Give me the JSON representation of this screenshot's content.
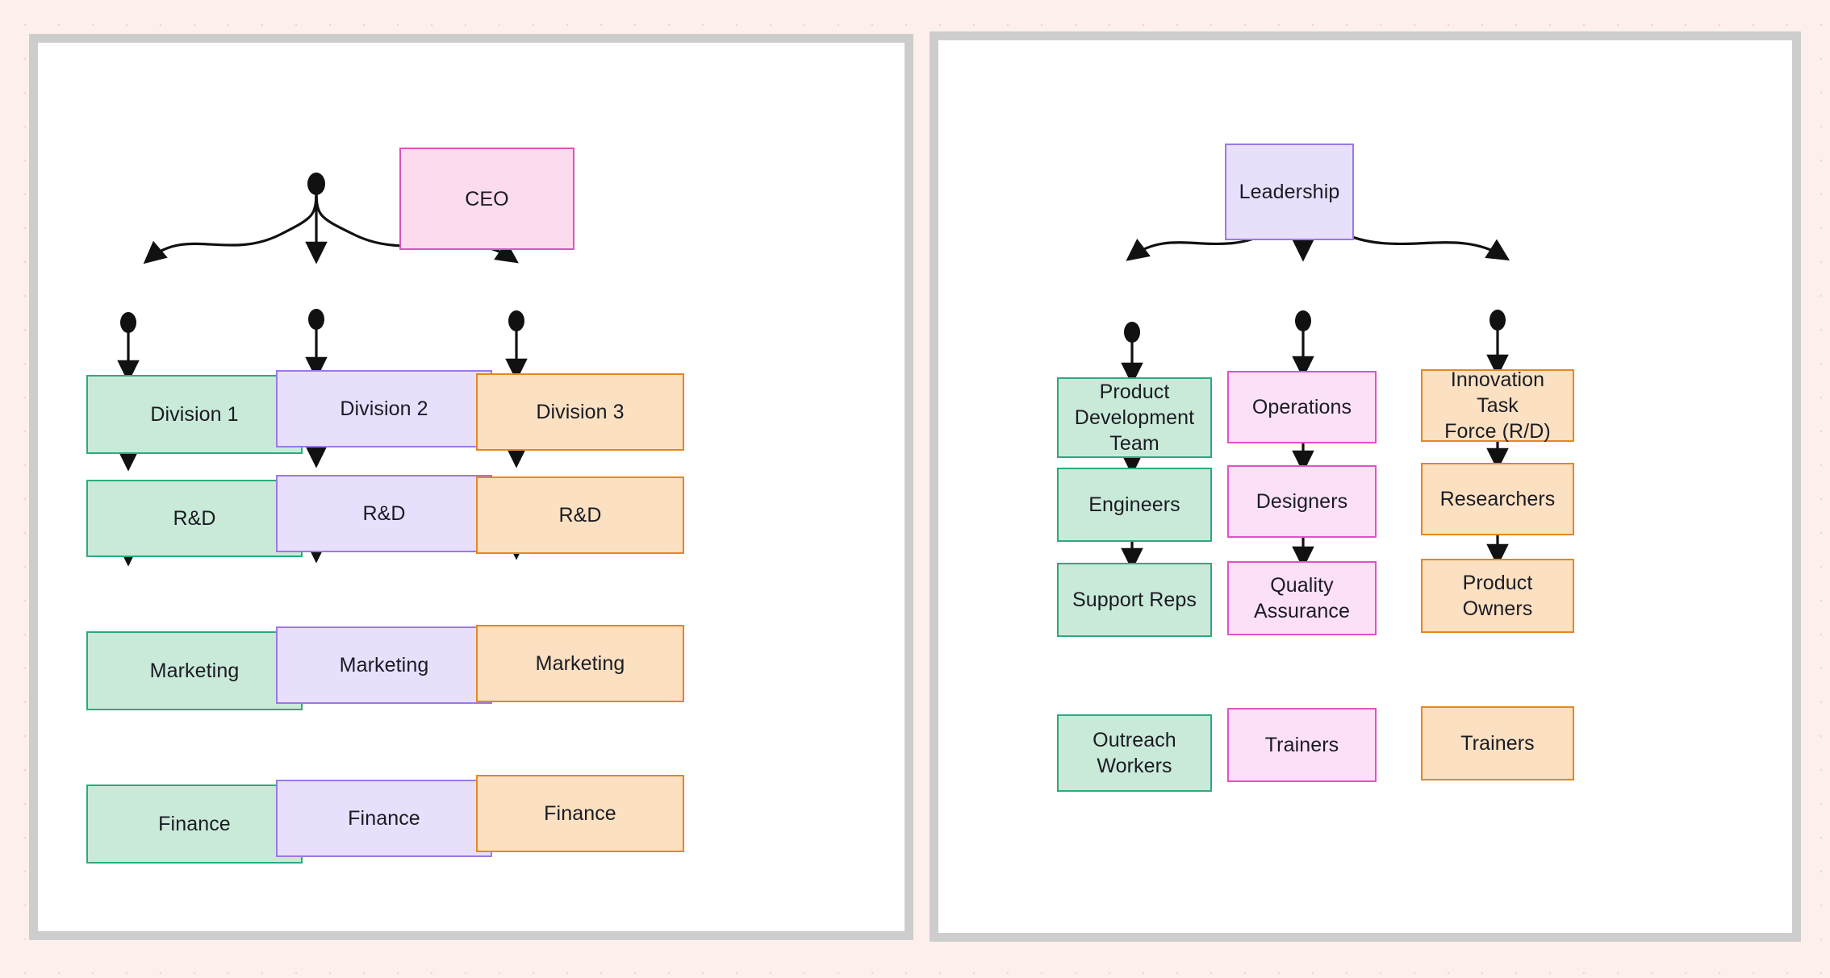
{
  "canvas": {
    "background_color": "#fdf0ec",
    "dot_color": "#d9b9ae",
    "panel_border_color": "#cdcdcd",
    "panel_fill": "#ffffff"
  },
  "palette": {
    "pink": {
      "fill": "#fcdbee",
      "stroke": "#d857b4"
    },
    "green": {
      "fill": "#c9ead9",
      "stroke": "#2aab7e"
    },
    "purple": {
      "fill": "#e8dffc",
      "stroke": "#9a79e8"
    },
    "orange": {
      "fill": "#fbe0c2",
      "stroke": "#e8861f"
    },
    "magenta": {
      "fill": "#fbe0f7",
      "stroke": "#e152c7"
    },
    "edge": "#111111"
  },
  "chart_data": {
    "type": "diagram",
    "subtype": "org-chart",
    "panel_count": 2,
    "panels": [
      {
        "id": "left",
        "root": {
          "id": "ceo",
          "label": "CEO",
          "color": "pink"
        },
        "branches": [
          {
            "head": {
              "id": "div1",
              "label": "Division 1",
              "color": "green"
            },
            "chain": [
              {
                "id": "div1-rd",
                "label": "R&D",
                "color": "green"
              },
              {
                "id": "div1-mkt",
                "label": "Marketing",
                "color": "green"
              },
              {
                "id": "div1-fin",
                "label": "Finance",
                "color": "green"
              }
            ]
          },
          {
            "head": {
              "id": "div2",
              "label": "Division 2",
              "color": "purple"
            },
            "chain": [
              {
                "id": "div2-rd",
                "label": "R&D",
                "color": "purple"
              },
              {
                "id": "div2-mkt",
                "label": "Marketing",
                "color": "purple"
              },
              {
                "id": "div2-fin",
                "label": "Finance",
                "color": "purple"
              }
            ]
          },
          {
            "head": {
              "id": "div3",
              "label": "Division 3",
              "color": "orange"
            },
            "chain": [
              {
                "id": "div3-rd",
                "label": "R&D",
                "color": "orange"
              },
              {
                "id": "div3-mkt",
                "label": "Marketing",
                "color": "orange"
              },
              {
                "id": "div3-fin",
                "label": "Finance",
                "color": "orange"
              }
            ]
          }
        ]
      },
      {
        "id": "right",
        "root": {
          "id": "leadership",
          "label": "Leadership",
          "color": "purple"
        },
        "branches": [
          {
            "head": {
              "id": "pdt",
              "label": "Product Development Team",
              "color": "green"
            },
            "chain": [
              {
                "id": "pdt-eng",
                "label": "Engineers",
                "color": "green"
              },
              {
                "id": "pdt-sup",
                "label": "Support Reps",
                "color": "green"
              },
              {
                "id": "pdt-out",
                "label": "Outreach Workers",
                "color": "green"
              }
            ]
          },
          {
            "head": {
              "id": "ops",
              "label": "Operations",
              "color": "magenta"
            },
            "chain": [
              {
                "id": "ops-des",
                "label": "Designers",
                "color": "magenta"
              },
              {
                "id": "ops-qa",
                "label": "Quality Assurance",
                "color": "magenta"
              },
              {
                "id": "ops-trn",
                "label": "Trainers",
                "color": "magenta"
              }
            ]
          },
          {
            "head": {
              "id": "itf",
              "label": "Innovation Task Force (R/D)",
              "color": "orange"
            },
            "chain": [
              {
                "id": "itf-res",
                "label": "Researchers",
                "color": "orange"
              },
              {
                "id": "itf-po",
                "label": "Product Owners",
                "color": "orange"
              },
              {
                "id": "itf-trn",
                "label": "Trainers",
                "color": "orange"
              }
            ]
          }
        ]
      }
    ]
  },
  "left_panel": {
    "ceo": "CEO",
    "div1": "Division 1",
    "div2": "Division 2",
    "div3": "Division 3",
    "div1_rd": "R&D",
    "div1_mkt": "Marketing",
    "div1_fin": "Finance",
    "div2_rd": "R&D",
    "div2_mkt": "Marketing",
    "div2_fin": "Finance",
    "div3_rd": "R&D",
    "div3_mkt": "Marketing",
    "div3_fin": "Finance"
  },
  "right_panel": {
    "leadership": "Leadership",
    "pdt_l1": "Product",
    "pdt_l2": "Development Team",
    "ops": "Operations",
    "itf_l1": "Innovation Task",
    "itf_l2": "Force (R/D)",
    "pdt_eng": "Engineers",
    "pdt_sup": "Support Reps",
    "pdt_out_l1": "Outreach",
    "pdt_out_l2": "Workers",
    "ops_des": "Designers",
    "ops_qa_l1": "Quality",
    "ops_qa_l2": "Assurance",
    "ops_trn": "Trainers",
    "itf_res": "Researchers",
    "itf_po_l1": "Product",
    "itf_po_l2": "Owners",
    "itf_trn": "Trainers"
  }
}
